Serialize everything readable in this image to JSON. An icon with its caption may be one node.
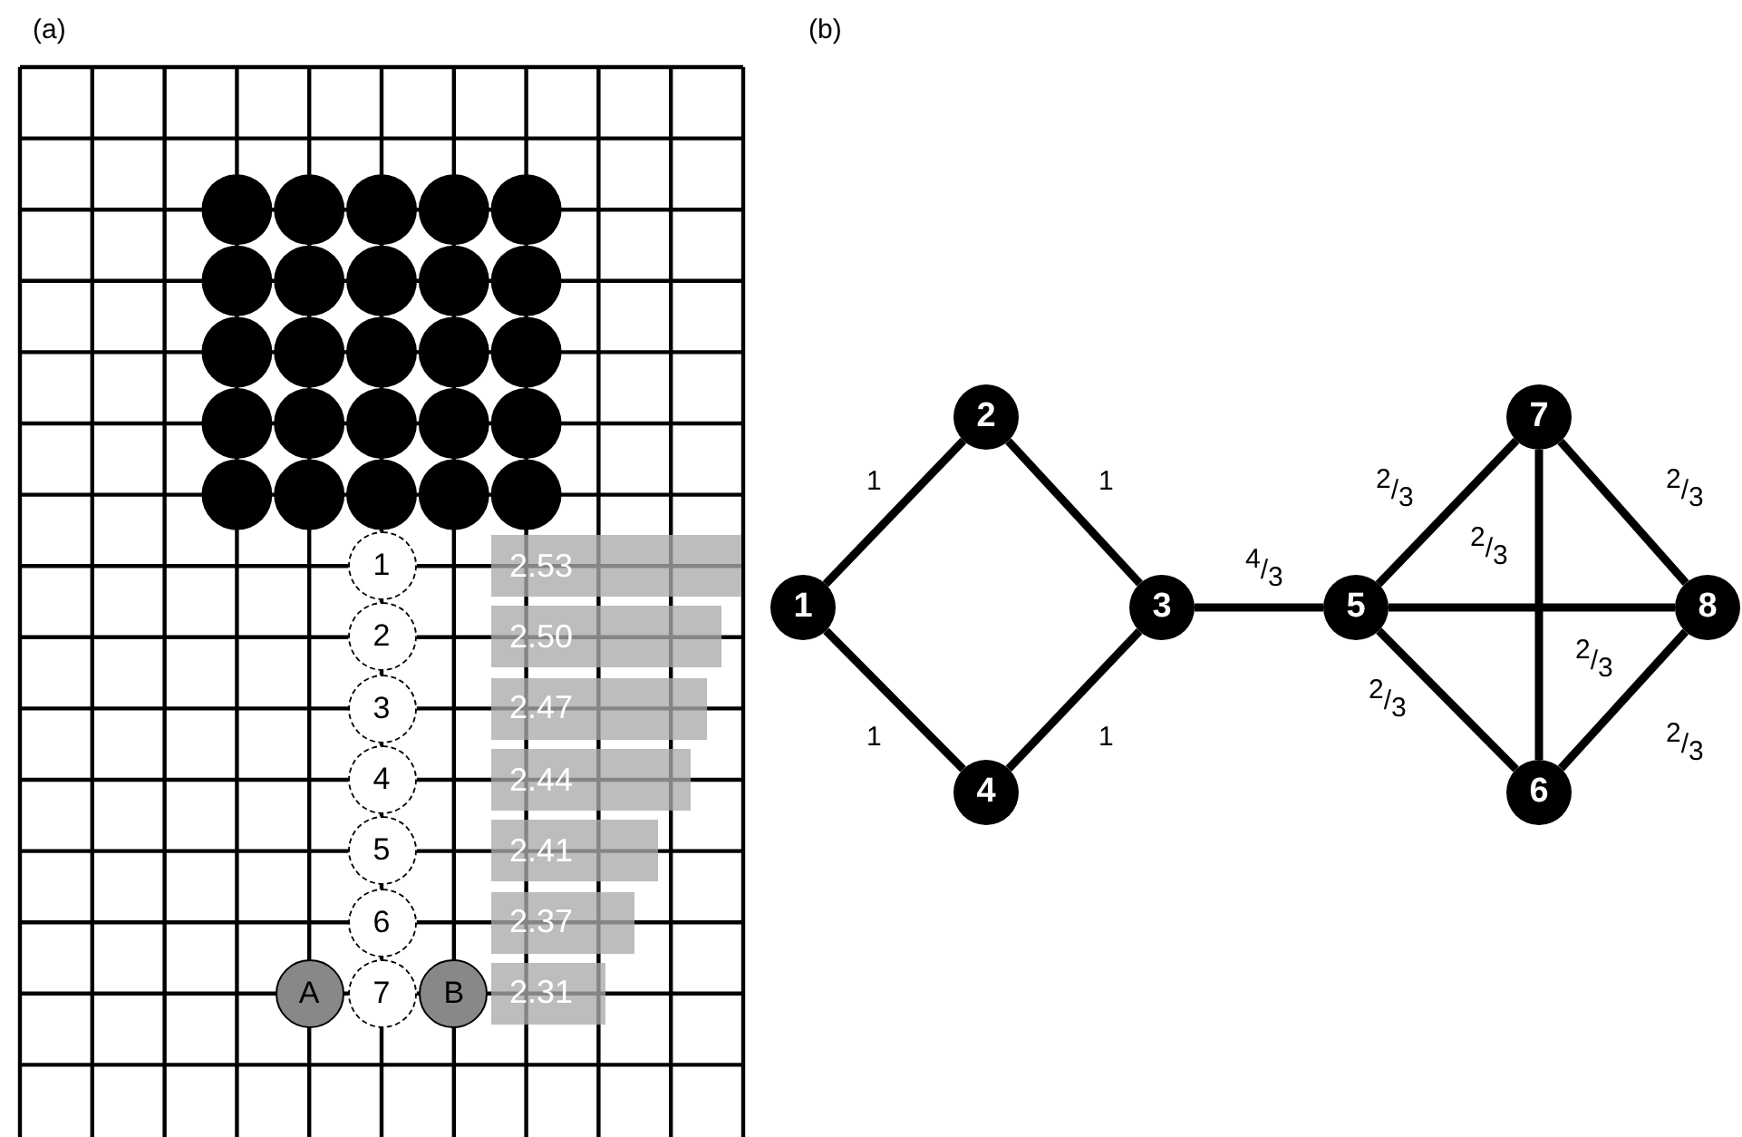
{
  "diagram": {
    "nodes": [
      {
        "text": [
          "1"
        ]
      },
      {
        "text": [
          "2"
        ]
      },
      {
        "text": [
          "3"
        ]
      },
      {
        "text": [
          "4"
        ]
      },
      {
        "text": [
          "5"
        ]
      },
      {
        "text": [
          "6"
        ]
      },
      {
        "text": [
          "A"
        ]
      },
      {
        "text": [
          "7"
        ]
      },
      {
        "text": [
          "B"
        ]
      },
      {
        "text": [
          "2.53"
        ]
      },
      {
        "text": [
          "2.50"
        ]
      },
      {
        "text": [
          "2.47"
        ]
      },
      {
        "text": [
          "2.44"
        ]
      },
      {
        "text": [
          "2.41"
        ]
      },
      {
        "text": [
          "2.37"
        ]
      },
      {
        "text": [
          "2.31"
        ]
      },
      {
        "text": [
          "1"
        ]
      },
      {
        "text": [
          "2"
        ]
      },
      {
        "text": [
          "3"
        ]
      },
      {
        "text": [
          "4"
        ]
      },
      {
        "text": [
          "5"
        ]
      },
      {
        "text": [
          "6"
        ]
      },
      {
        "text": [
          "7"
        ]
      },
      {
        "text": [
          "8"
        ]
      }
    ],
    "edges": [
      {
        "from": 16,
        "to": 17,
        "arrow": "none",
        "label": "1"
      },
      {
        "from": 17,
        "to": 18,
        "arrow": "none",
        "label": "1"
      },
      {
        "from": 16,
        "to": 19,
        "arrow": "none",
        "label": "1"
      },
      {
        "from": 19,
        "to": 18,
        "arrow": "none",
        "label": "1"
      },
      {
        "from": 18,
        "to": 20,
        "arrow": "none",
        "label": "$^{4}$/$_{3}$"
      },
      {
        "from": 20,
        "to": 22,
        "arrow": "none",
        "label": "$^{2}$/$_{3}$"
      },
      {
        "from": 22,
        "to": 23,
        "arrow": "none",
        "label": "$^{2}$/$_{3}$"
      },
      {
        "from": 22,
        "to": 21,
        "arrow": "none",
        "label": "$^{2}$/$_{3}$"
      },
      {
        "from": 20,
        "to": 23,
        "arrow": "none",
        "label": "$^{2}$/$_{3}$"
      },
      {
        "from": 20,
        "to": 21,
        "arrow": "none",
        "label": "$^{2}$/$_{3}$"
      },
      {
        "from": 21,
        "to": 23,
        "arrow": "none",
        "label": "$^{2}$/$_{3}$"
      }
    ],
    "labels": [
      "(a)",
      "(b)"
    ]
  }
}
